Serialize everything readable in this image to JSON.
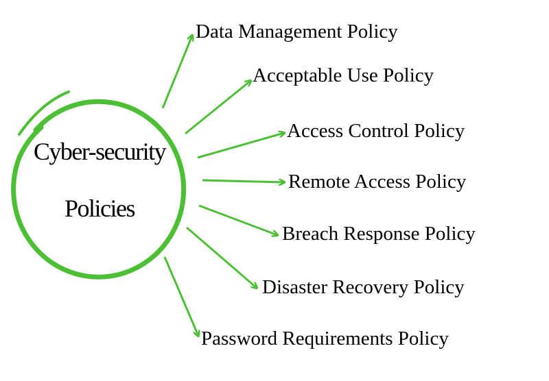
{
  "colors": {
    "accent": "#4cbf35",
    "text": "#000000"
  },
  "center": {
    "line1": "Cyber-security",
    "line2": "Policies"
  },
  "policies": [
    {
      "label": "Data Management Policy"
    },
    {
      "label": "Acceptable Use Policy"
    },
    {
      "label": "Access Control Policy"
    },
    {
      "label": "Remote Access Policy"
    },
    {
      "label": "Breach Response Policy"
    },
    {
      "label": "Disaster Recovery Policy"
    },
    {
      "label": "Password Requirements Policy"
    }
  ]
}
